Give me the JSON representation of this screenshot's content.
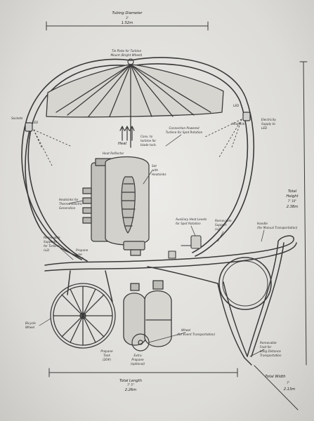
{
  "dimensions": {
    "tubing_diameter": [
      "Tubing Diameter",
      "3'",
      "1.52m"
    ],
    "total_height": [
      "Total",
      "Height",
      "7' 10\"",
      "2.38m"
    ],
    "total_length": [
      "Total Length",
      "7' 5\"",
      "2.26m"
    ],
    "total_width": [
      "Total Width",
      "7'",
      "2.13m"
    ]
  },
  "labels": {
    "tie_plate": [
      "Tie Plate for Turbine",
      "Mount (Bright Wheel)"
    ],
    "leds_left": [
      "Sockets",
      "LED"
    ],
    "led_right": "LED",
    "led_socket_right": "Heatsink",
    "electricity_supply": [
      "Electricity",
      "Supply to",
      "LED"
    ],
    "connection_turbine": [
      "Connection Powered",
      "Turbine for Spot Rotation"
    ],
    "heat": "Heat",
    "heat_note": [
      "Conv. to",
      "turbine for",
      "blade turb."
    ],
    "heat_reflector": "Heat Reflector",
    "tubes_radiators": [
      "Set",
      "with",
      "Heatsinks"
    ],
    "heatsinks": [
      "Heatsinks for",
      "Thermo-Electric",
      "Generation"
    ],
    "removable_supports": [
      "Removable",
      "Supports",
      "for Turbine",
      "(x2)"
    ],
    "propane_line": [
      "Propane",
      "Line"
    ],
    "auxiliary_heat": [
      "Auxiliary Heat Levels",
      "for Spot Rotation"
    ],
    "removable_support_center": [
      "Removable",
      "Support",
      "(x2)"
    ],
    "handle": [
      "Handle",
      "(for Manual Transportation)"
    ],
    "wheel": [
      "Wheel",
      "(for Event Transportation)"
    ],
    "bicycle_wheel": [
      "Bicycle",
      "Wheel"
    ],
    "propane_tank": [
      "Propane",
      "Tank",
      "(20#)"
    ],
    "extra_propane": [
      "Extra",
      "Propane",
      "(optional)"
    ],
    "removable_foot": [
      "Removable",
      "Foot for",
      "Long Distance",
      "Transportation"
    ]
  },
  "colors": {
    "paper": "#e6e5e1",
    "pencil": "#3a3a3a"
  }
}
